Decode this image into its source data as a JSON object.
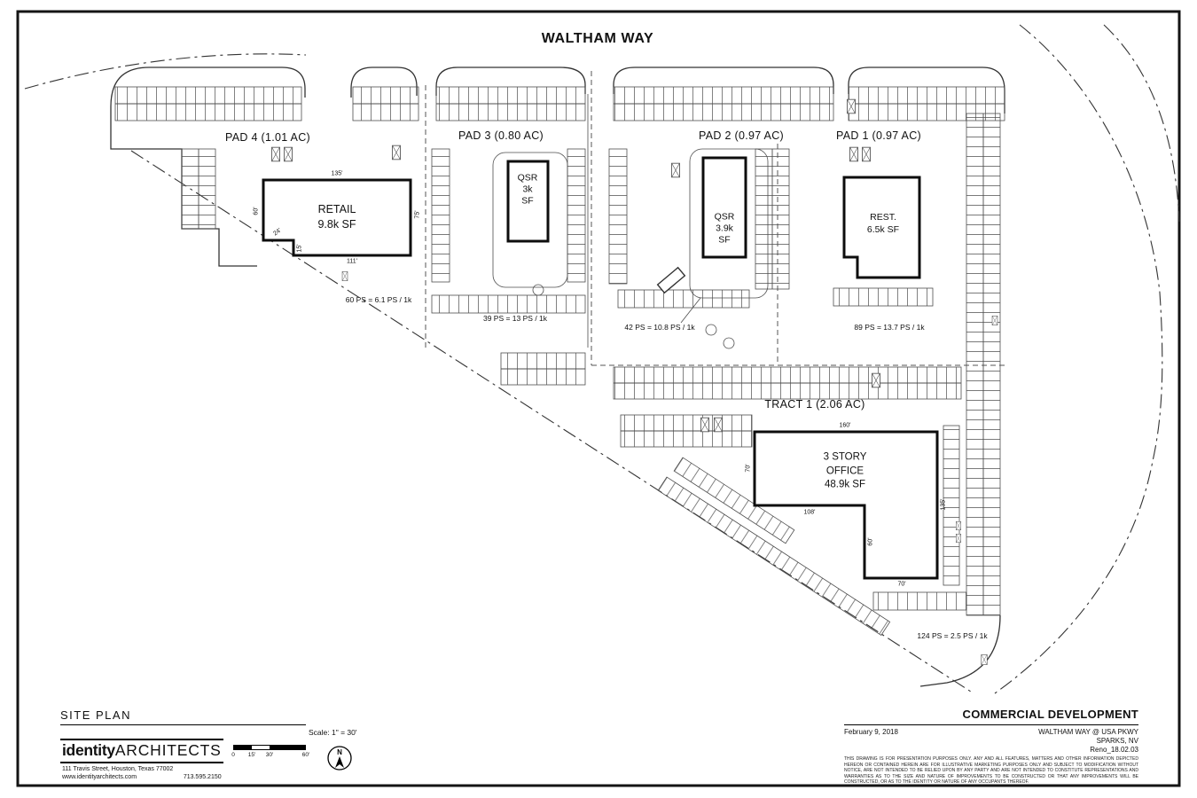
{
  "plan": {
    "street": "WALTHAM WAY",
    "pads": [
      {
        "label": "PAD 4 (1.01 AC)",
        "stat": "60 PS = 6.1 PS / 1k"
      },
      {
        "label": "PAD 3 (0.80 AC)",
        "stat": "39 PS = 13 PS / 1k"
      },
      {
        "label": "PAD 2 (0.97 AC)",
        "stat": "42 PS = 10.8 PS / 1k"
      },
      {
        "label": "PAD 1 (0.97 AC)",
        "stat": "89 PS = 13.7 PS / 1k"
      }
    ],
    "tract": {
      "label": "TRACT 1 (2.06 AC)",
      "stat": "124 PS = 2.5 PS / 1k"
    },
    "buildings": {
      "retail": {
        "name": "RETAIL",
        "size": "9.8k SF",
        "dim_top": "135'",
        "dim_left": "60'",
        "dim_notch_w": "24'",
        "dim_notch_h": "15'",
        "dim_bottom": "111'",
        "dim_right": "75'"
      },
      "qsr_small": {
        "name": "QSR",
        "size": "3k",
        "unit": "SF"
      },
      "qsr_large": {
        "name": "QSR",
        "size": "3.9k",
        "unit": "SF"
      },
      "restaurant": {
        "name": "REST.",
        "size": "6.5k SF"
      },
      "office": {
        "name_line1": "3 STORY",
        "name_line2": "OFFICE",
        "size": "48.9k SF",
        "dim_top": "160'",
        "dim_left": "70'",
        "dim_mid": "108'",
        "dim_inner": "60'",
        "dim_bottom": "70'",
        "dim_right": "135'"
      }
    }
  },
  "titleblock": {
    "sheet_title": "SITE PLAN",
    "firm": {
      "name_bold": "identity",
      "name_light": "ARCHITECTS",
      "address": "111 Travis Street, Houston, Texas 77002",
      "website": "www.identityarchitects.com",
      "phone": "713.595.2150"
    },
    "scale_label": "Scale:  1\" = 30'",
    "scale_ticks": [
      "0",
      "15'",
      "30'",
      "60'"
    ],
    "north_label": "N",
    "project_title": "COMMERCIAL DEVELOPMENT",
    "date": "February 9, 2018",
    "project_line1": "WALTHAM WAY @ USA PKWY",
    "project_line2": "SPARKS, NV",
    "project_number": "Reno_18.02.03",
    "disclaimer": "THIS DRAWING IS FOR PRESENTATION PURPOSES ONLY. ANY AND ALL FEATURES, MATTERS AND OTHER INFORMATION DEPICTED HEREON OR CONTAINED HEREIN ARE FOR ILLUSTRATIVE MARKETING PURPOSES ONLY AND SUBJECT TO MODIFICATION WITHOUT NOTICE, ARE NOT INTENDED TO BE RELIED UPON BY ANY PARTY AND ARE NOT INTENDED TO CONSTITUTE REPRESENTATIONS AND WARRANTIES AS TO THE SIZE AND NATURE OF IMPROVEMENTS TO BE CONSTRUCTED OR THAT ANY IMPROVEMENTS WILL BE CONSTRUCTED, OR AS TO THE IDENTITY OR NATURE OF ANY OCCUPANTS THEREOF."
  }
}
